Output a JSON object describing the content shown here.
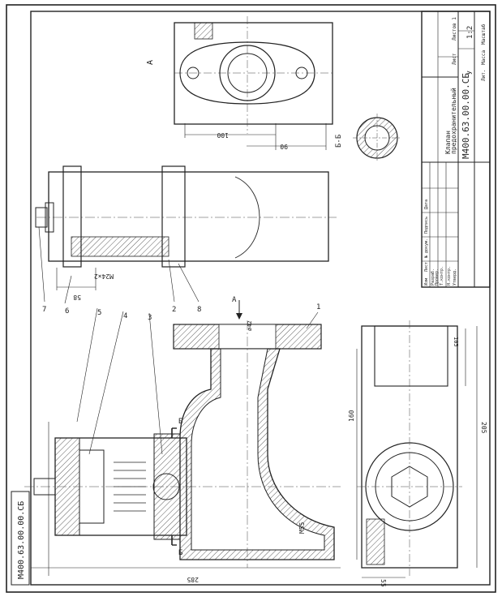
{
  "drawing": {
    "code_main": "М400.63.00.00.СБ",
    "code_side": "М400.63.00.00.СБ",
    "title_line1": "Клапан",
    "title_line2": "предохранительный",
    "scale": "1:2",
    "letter": "У",
    "sheet_label": "Листов 1",
    "sheet_small": "Лист",
    "hdr_lit": "Лит.",
    "hdr_mass": "Масса",
    "hdr_scale": "Масштаб",
    "rev_izm": "Изм",
    "rev_list": "Лист",
    "rev_doc": "№ докум.",
    "rev_sign": "Подпись",
    "rev_date": "Дата",
    "role_razrab": "Разраб.",
    "role_prov": "Провер.",
    "role_tkontr": "Т.контр.",
    "role_nkontr": "Н.контр.",
    "role_utv": "Утверд."
  },
  "views": {
    "view_a": "А",
    "arrow_a": "А",
    "section_bb": "Б-Б",
    "cut_b1": "Б",
    "cut_b2": "Б"
  },
  "dims": {
    "d100": "100",
    "d90": "90",
    "d58": "58",
    "m24": "М24×2",
    "d42": "ø42",
    "d105": "105",
    "d160": "160",
    "d205": "205",
    "m55": "М55",
    "d285": "285",
    "d55": "55"
  },
  "leaders": [
    "7",
    "6",
    "5",
    "4",
    "3",
    "2",
    "8",
    "1"
  ]
}
